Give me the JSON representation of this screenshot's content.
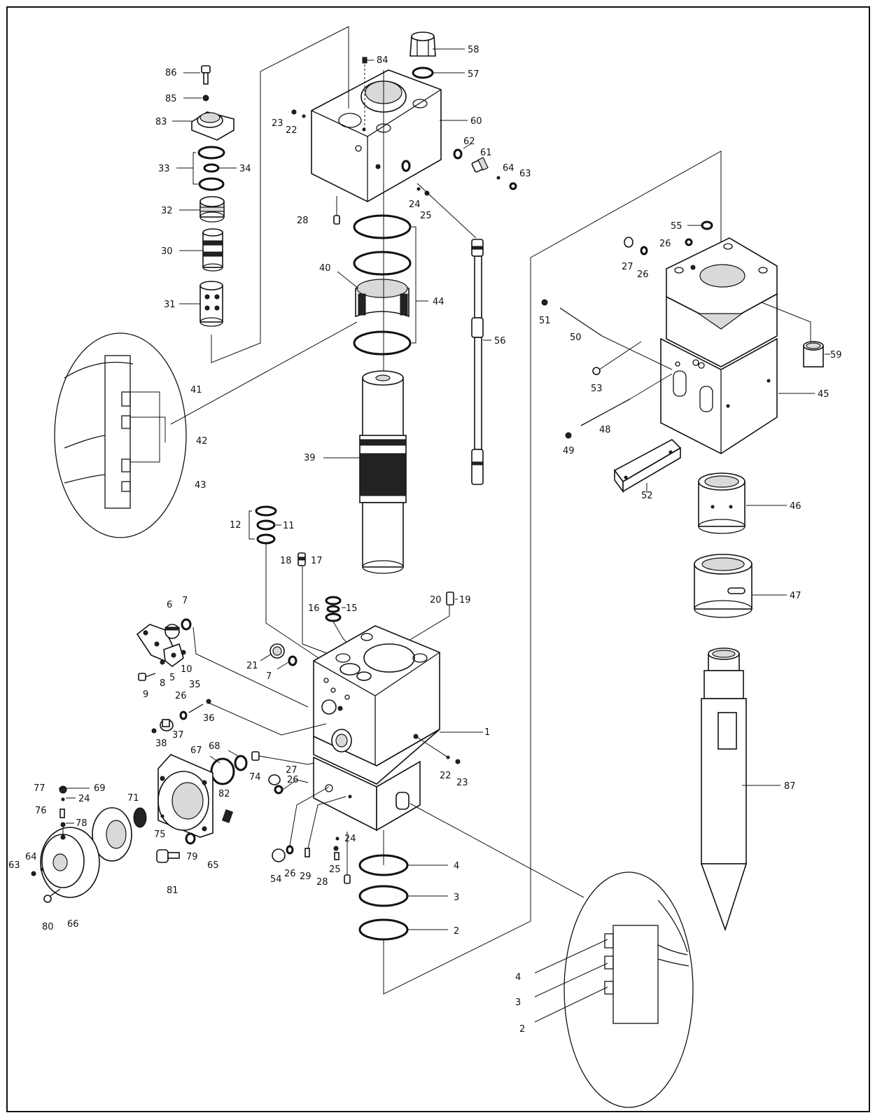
{
  "colors": {
    "ink": "#111111",
    "paper": "#ffffff",
    "shade": "#d9d9d9"
  },
  "labels": [
    {
      "id": "l58",
      "text": "58"
    },
    {
      "id": "l57",
      "text": "57"
    },
    {
      "id": "l84",
      "text": "84"
    },
    {
      "id": "l60",
      "text": "60"
    },
    {
      "id": "l23a",
      "text": "23"
    },
    {
      "id": "l22a",
      "text": "22"
    },
    {
      "id": "l62",
      "text": "62"
    },
    {
      "id": "l61",
      "text": "61"
    },
    {
      "id": "l64a",
      "text": "64"
    },
    {
      "id": "l63a",
      "text": "63"
    },
    {
      "id": "l24a",
      "text": "24"
    },
    {
      "id": "l25a",
      "text": "25"
    },
    {
      "id": "l28a",
      "text": "28"
    },
    {
      "id": "l86",
      "text": "86"
    },
    {
      "id": "l85",
      "text": "85"
    },
    {
      "id": "l83",
      "text": "83"
    },
    {
      "id": "l33",
      "text": "33"
    },
    {
      "id": "l34",
      "text": "34"
    },
    {
      "id": "l32",
      "text": "32"
    },
    {
      "id": "l30",
      "text": "30"
    },
    {
      "id": "l31",
      "text": "31"
    },
    {
      "id": "l40",
      "text": "40"
    },
    {
      "id": "l44",
      "text": "44"
    },
    {
      "id": "l39",
      "text": "39"
    },
    {
      "id": "l56",
      "text": "56"
    },
    {
      "id": "l41",
      "text": "41"
    },
    {
      "id": "l42",
      "text": "42"
    },
    {
      "id": "l43",
      "text": "43"
    },
    {
      "id": "l55",
      "text": "55"
    },
    {
      "id": "l26a",
      "text": "26"
    },
    {
      "id": "l27a",
      "text": "27"
    },
    {
      "id": "l26b",
      "text": "26"
    },
    {
      "id": "l51",
      "text": "51"
    },
    {
      "id": "l50",
      "text": "50"
    },
    {
      "id": "l59",
      "text": "59"
    },
    {
      "id": "l53",
      "text": "53"
    },
    {
      "id": "l45",
      "text": "45"
    },
    {
      "id": "l48",
      "text": "48"
    },
    {
      "id": "l49",
      "text": "49"
    },
    {
      "id": "l52",
      "text": "52"
    },
    {
      "id": "l46",
      "text": "46"
    },
    {
      "id": "l47",
      "text": "47"
    },
    {
      "id": "l87",
      "text": "87"
    },
    {
      "id": "l12",
      "text": "12"
    },
    {
      "id": "l11",
      "text": "11"
    },
    {
      "id": "l18",
      "text": "18"
    },
    {
      "id": "l17",
      "text": "17"
    },
    {
      "id": "l16",
      "text": "16"
    },
    {
      "id": "l15",
      "text": "15"
    },
    {
      "id": "l20",
      "text": "20"
    },
    {
      "id": "l19",
      "text": "19"
    },
    {
      "id": "l6",
      "text": "6"
    },
    {
      "id": "l7a",
      "text": "7"
    },
    {
      "id": "l21",
      "text": "21"
    },
    {
      "id": "l7b",
      "text": "7"
    },
    {
      "id": "l5",
      "text": "5"
    },
    {
      "id": "l10",
      "text": "10"
    },
    {
      "id": "l8",
      "text": "8"
    },
    {
      "id": "l9",
      "text": "9"
    },
    {
      "id": "l26c",
      "text": "26"
    },
    {
      "id": "l35",
      "text": "35"
    },
    {
      "id": "l36",
      "text": "36"
    },
    {
      "id": "l37",
      "text": "37"
    },
    {
      "id": "l38",
      "text": "38"
    },
    {
      "id": "l1",
      "text": "1"
    },
    {
      "id": "l67",
      "text": "67"
    },
    {
      "id": "l68",
      "text": "68"
    },
    {
      "id": "l74",
      "text": "74"
    },
    {
      "id": "l27b",
      "text": "27"
    },
    {
      "id": "l26d",
      "text": "26"
    },
    {
      "id": "l22b",
      "text": "22"
    },
    {
      "id": "l23b",
      "text": "23"
    },
    {
      "id": "l77",
      "text": "77"
    },
    {
      "id": "l24b",
      "text": "24"
    },
    {
      "id": "l69",
      "text": "69"
    },
    {
      "id": "l71",
      "text": "71"
    },
    {
      "id": "l82",
      "text": "82"
    },
    {
      "id": "l76",
      "text": "76"
    },
    {
      "id": "l78",
      "text": "78"
    },
    {
      "id": "l75",
      "text": "75"
    },
    {
      "id": "l63b",
      "text": "63"
    },
    {
      "id": "l64b",
      "text": "64"
    },
    {
      "id": "l81",
      "text": "81"
    },
    {
      "id": "l79",
      "text": "79"
    },
    {
      "id": "l65",
      "text": "65"
    },
    {
      "id": "l80",
      "text": "80"
    },
    {
      "id": "l66",
      "text": "66"
    },
    {
      "id": "l24c",
      "text": "24"
    },
    {
      "id": "l54",
      "text": "54"
    },
    {
      "id": "l26e",
      "text": "26"
    },
    {
      "id": "l29",
      "text": "29"
    },
    {
      "id": "l25b",
      "text": "25"
    },
    {
      "id": "l28b",
      "text": "28"
    },
    {
      "id": "l4a",
      "text": "4"
    },
    {
      "id": "l3a",
      "text": "3"
    },
    {
      "id": "l2a",
      "text": "2"
    },
    {
      "id": "l4b",
      "text": "4"
    },
    {
      "id": "l3b",
      "text": "3"
    },
    {
      "id": "l2b",
      "text": "2"
    }
  ]
}
